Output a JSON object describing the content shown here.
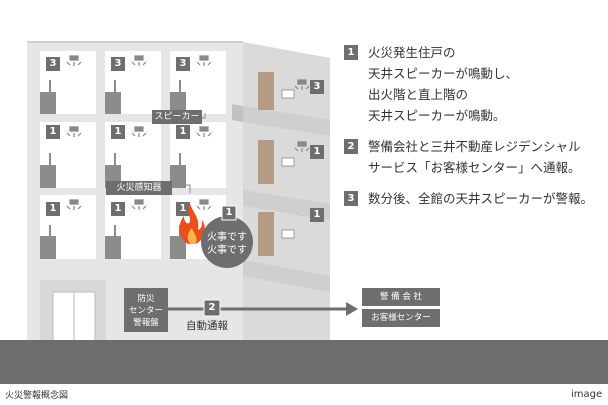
{
  "steps": [
    {
      "number": "1",
      "lines": [
        "火災発生住戸の",
        "天井スピーカーが鳴動し、",
        "出火階と直上階の",
        "天井スピーカーが鳴動。"
      ]
    },
    {
      "number": "2",
      "lines": [
        "警備会社と三井不動産レジデンシャル",
        "サービス「お客様センター」へ通報。"
      ]
    },
    {
      "number": "3",
      "lines": [
        "数分後、全館の天井スピーカーが警報。"
      ]
    }
  ],
  "labels": {
    "speaker": "スピーカー",
    "detector": "火災感知器",
    "alarm_line1": "火事です",
    "alarm_line2": "火事です",
    "center_line1": "防災",
    "center_line2": "センター",
    "center_line3": "警報盤",
    "auto_report": "自動通報",
    "security_company": "警 備 会 社",
    "customer_center": "お客様センター"
  },
  "room_badges": {
    "top_floor": "3",
    "mid_floor": "1",
    "fire_floor": "1",
    "report_step": "2"
  },
  "captions": {
    "left": "火災警報概念図",
    "right": "image"
  },
  "colors": {
    "wall": "#e6e6e6",
    "ground": "#6d6d6d",
    "badge": "#6e6e6e",
    "fire": "#e8501e",
    "door": "#b59a84"
  }
}
